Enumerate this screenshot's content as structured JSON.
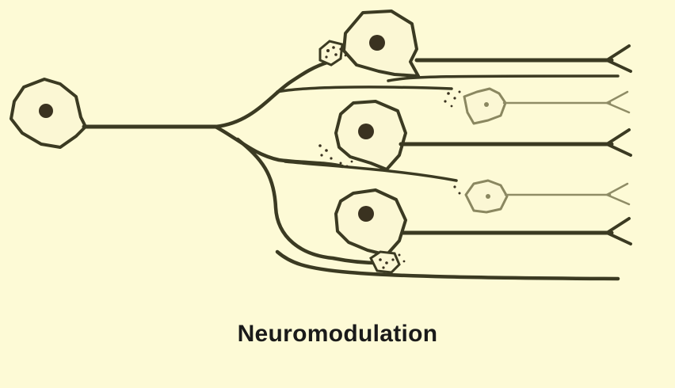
{
  "caption": "Neuromodulation",
  "colors": {
    "background": "#fdfad6",
    "axon": "#3b3a22",
    "soma_fill": "#fbf7d4",
    "nucleus": "#3a3220",
    "faint_axon": "#8f8c66"
  },
  "cells": [
    {
      "name": "source-neuron",
      "kind": "neuromodulatory-neuron"
    },
    {
      "name": "target-neuron-1",
      "kind": "principal-neuron"
    },
    {
      "name": "interneuron-1",
      "kind": "interneuron"
    },
    {
      "name": "target-neuron-2",
      "kind": "principal-neuron"
    },
    {
      "name": "interneuron-2",
      "kind": "interneuron"
    },
    {
      "name": "target-neuron-3",
      "kind": "principal-neuron"
    }
  ]
}
